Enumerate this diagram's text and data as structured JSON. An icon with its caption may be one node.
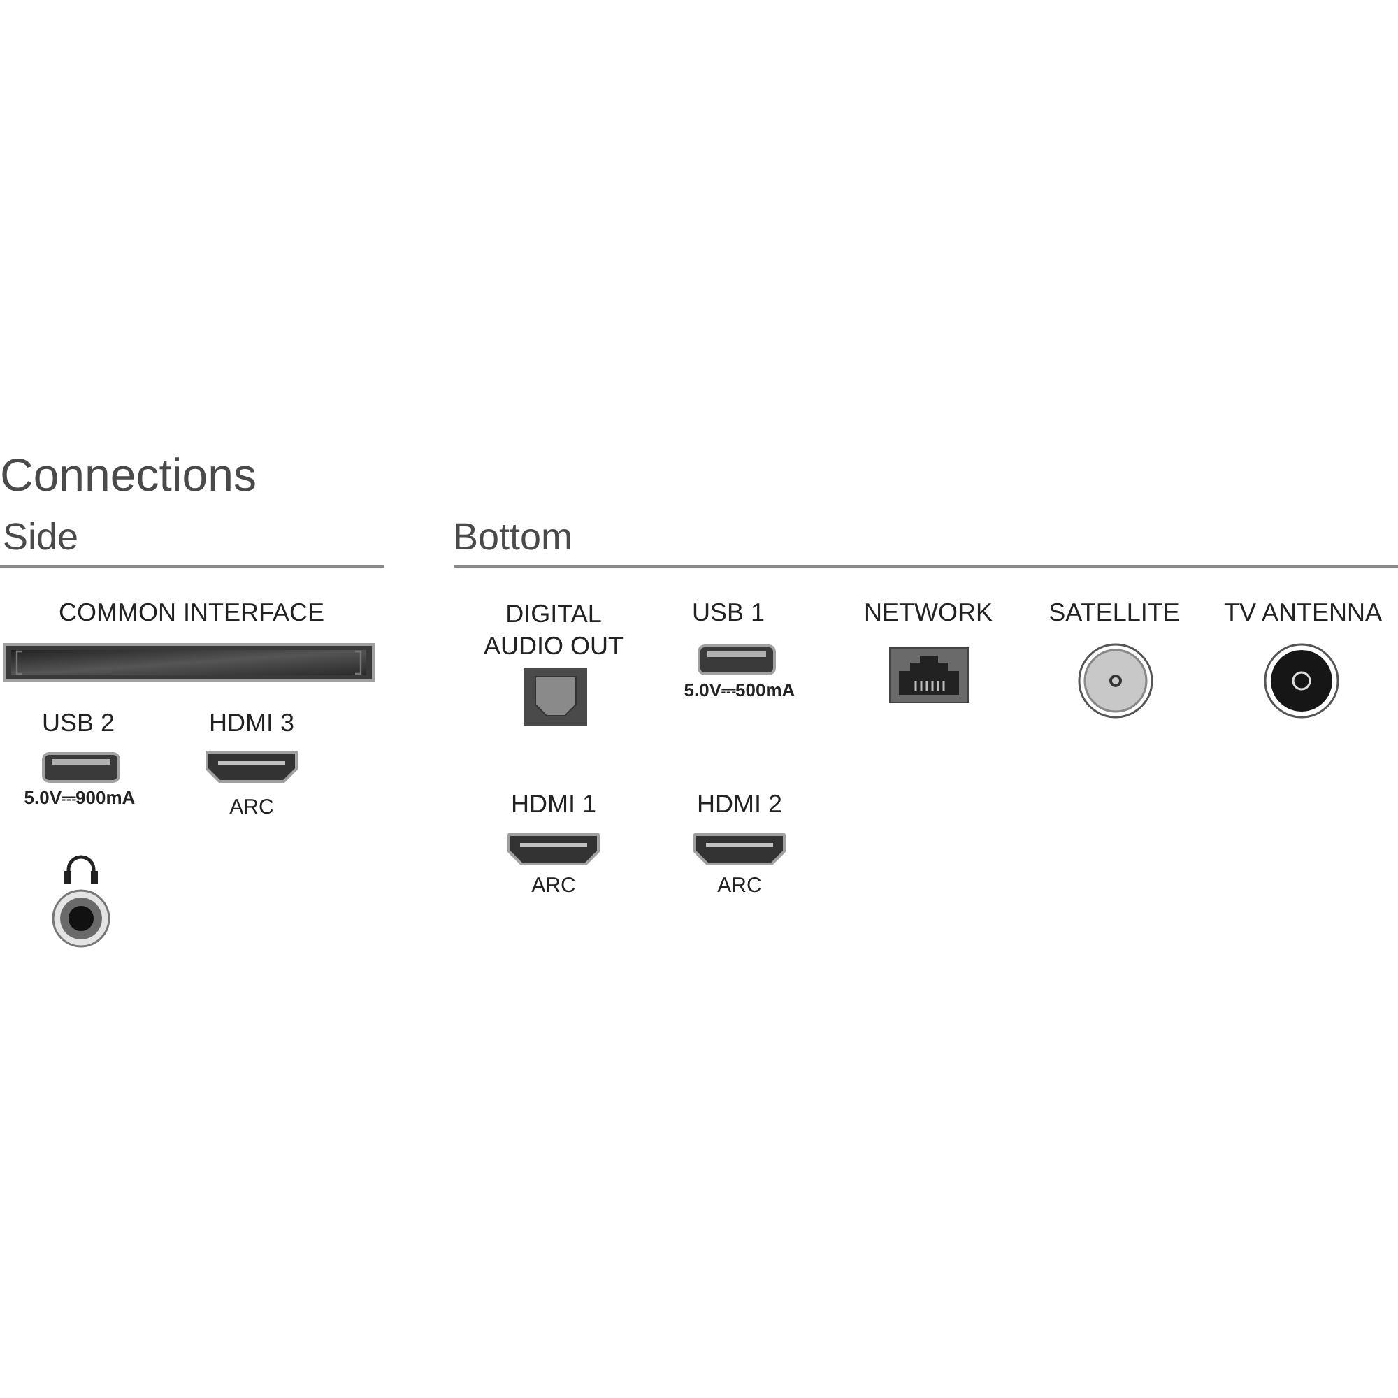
{
  "diagram": {
    "title": "Connections",
    "labels": [
      "Side",
      "COMMON INTERFACE",
      "USB 2",
      "HDMI 3",
      "5.0V⎓900mA",
      "ARC",
      "Bottom",
      "DIGITAL AUDIO OUT",
      "USB 1",
      "NETWORK",
      "SATELLITE",
      "TV ANTENNA",
      "5.0V⎓500mA",
      "HDMI 1",
      "HDMI 2",
      "ARC",
      "ARC"
    ]
  }
}
